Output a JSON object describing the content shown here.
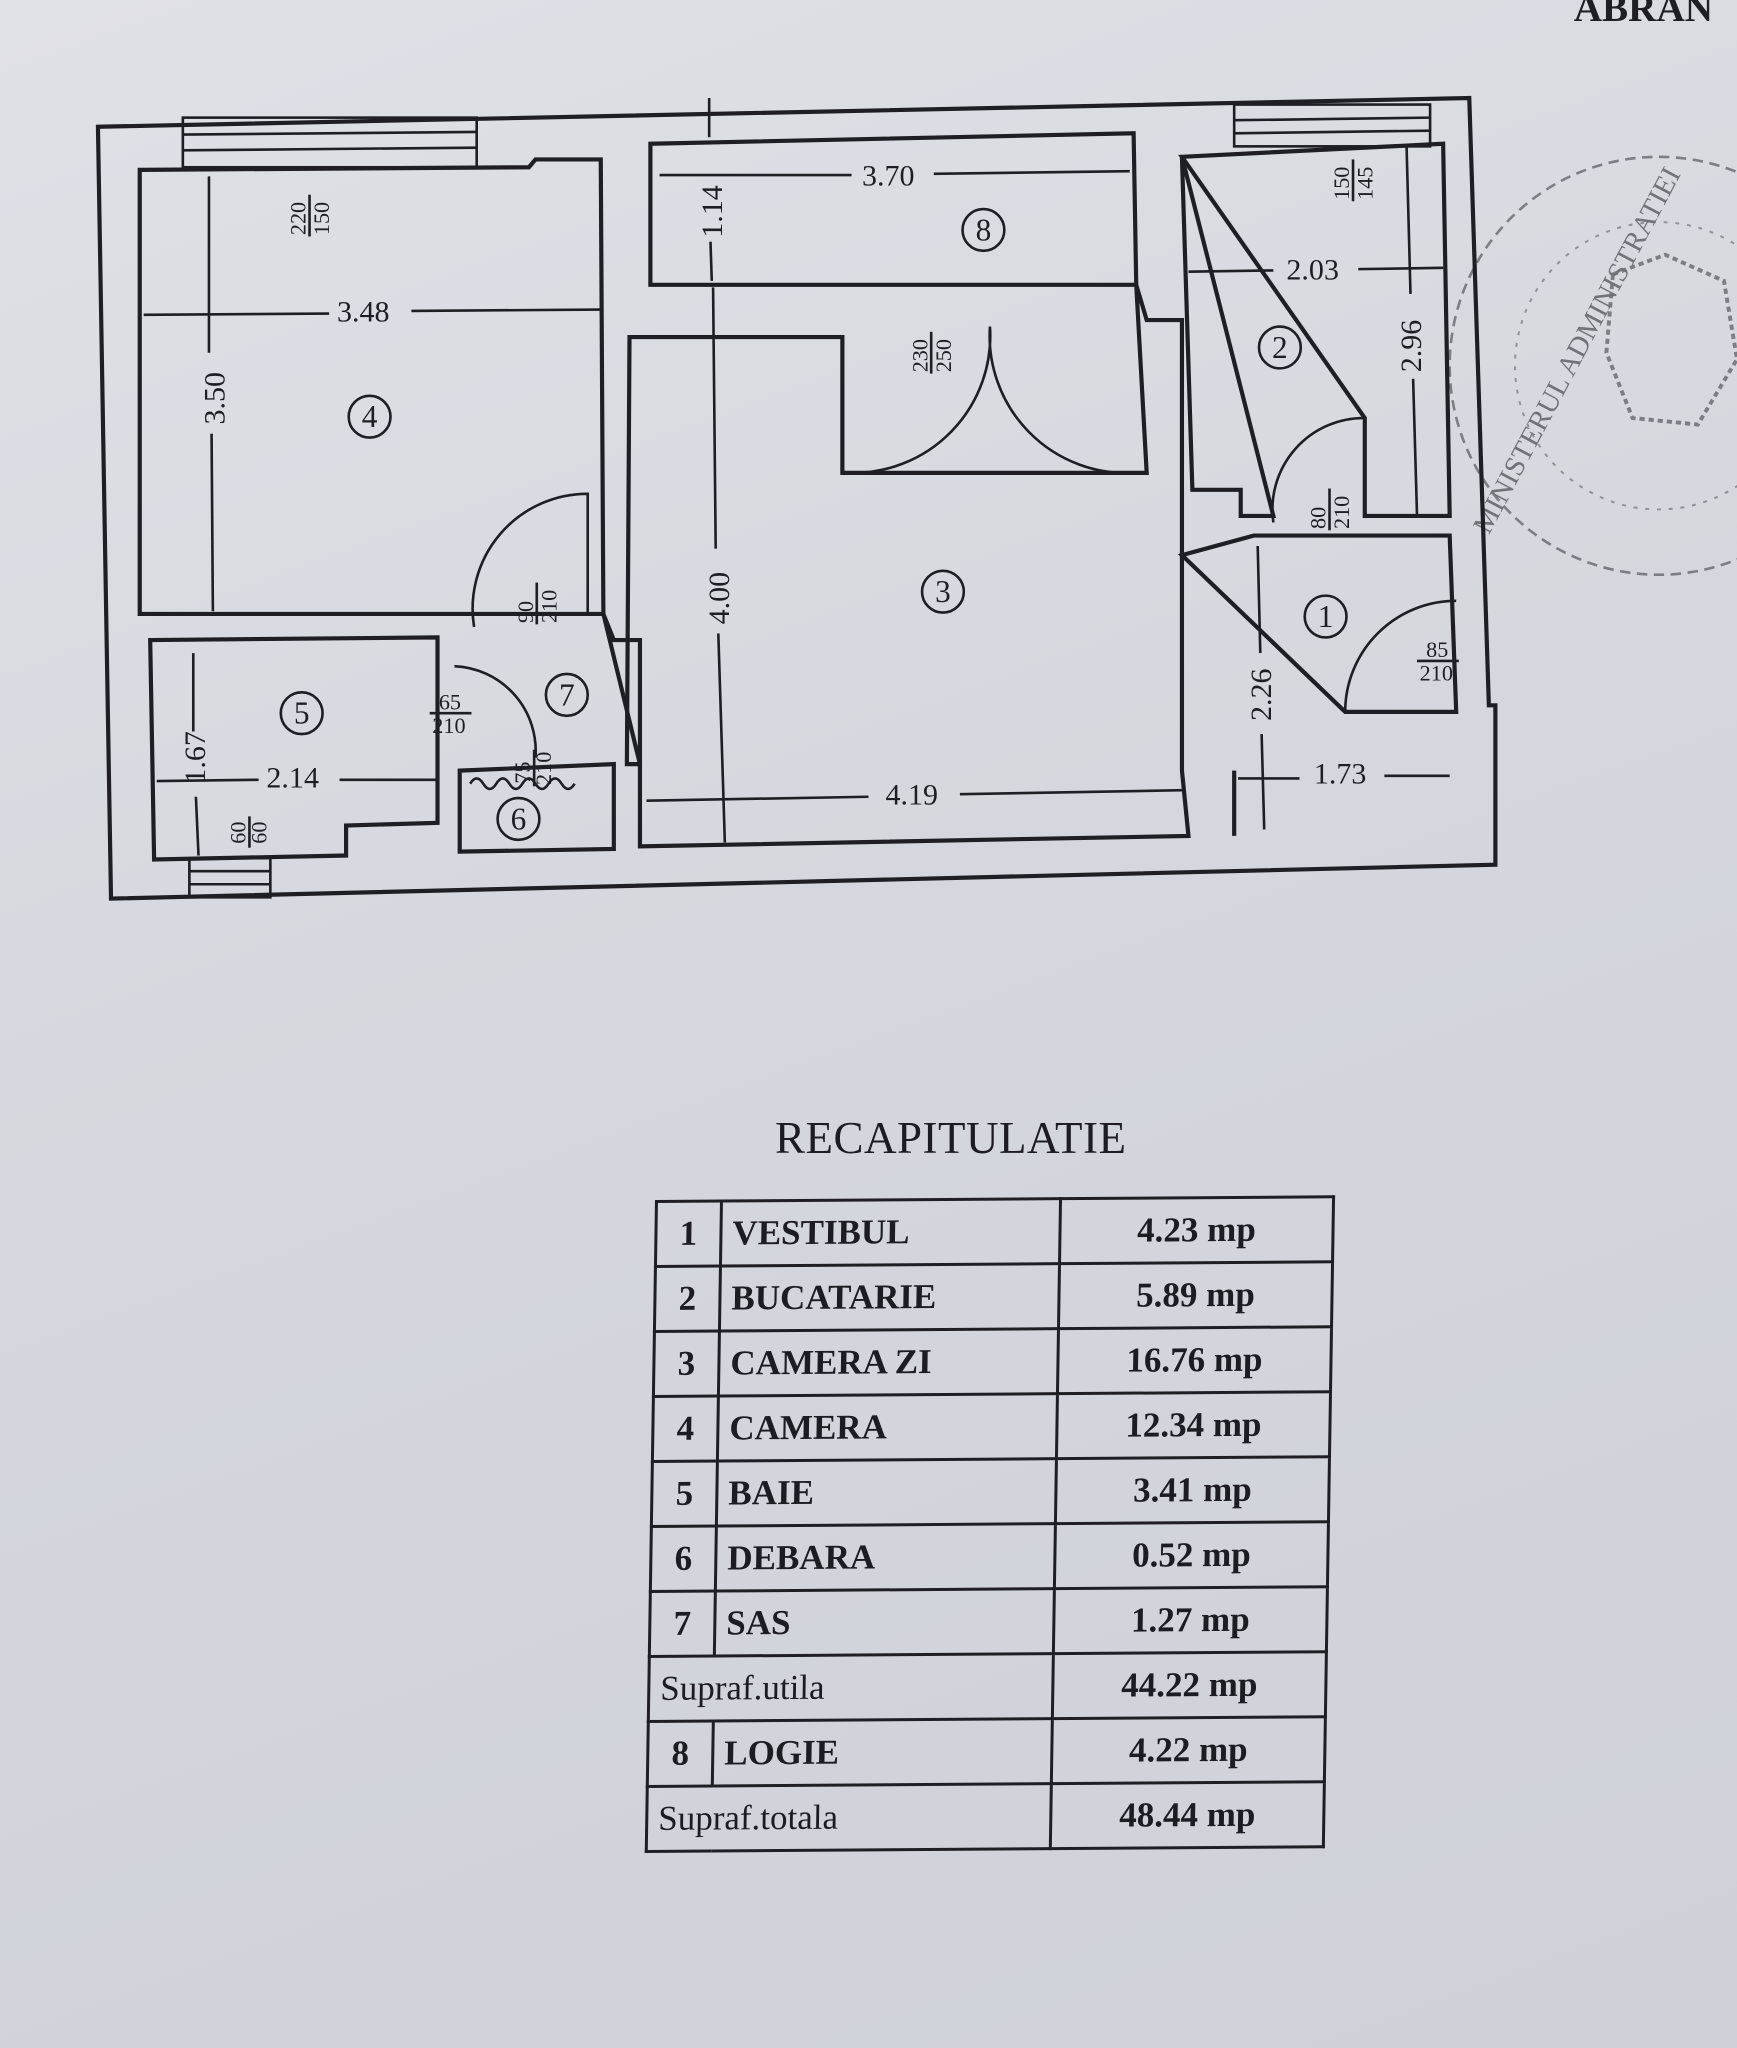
{
  "header_fragment": "ABRAN",
  "stamp": {
    "lettering": "MINISTERUL ADMINISTRATIEI ... GEODEZIE SI CARTOGRAFIE ... OFICIUL DE CADASTRU"
  },
  "plan": {
    "room_markers": [
      "1",
      "2",
      "3",
      "4",
      "5",
      "6",
      "7",
      "8"
    ],
    "dimensions": {
      "room4_width": "3.48",
      "room4_height": "3.50",
      "room8_width": "3.70",
      "room8_depth": "1.14",
      "room3_height": "4.00",
      "room3_width": "4.19",
      "room2_width": "2.03",
      "room2_height": "2.96",
      "room1_height": "2.26",
      "room1_width": "1.73",
      "room5_width": "2.14",
      "room5_height": "1.67"
    },
    "openings": {
      "window4": {
        "top": "220",
        "bottom": "150"
      },
      "door8": {
        "top": "230",
        "bottom": "250"
      },
      "window2": {
        "top": "150",
        "bottom": "145"
      },
      "door4": {
        "top": "90",
        "bottom": "210"
      },
      "door2": {
        "top": "80",
        "bottom": "210"
      },
      "door1": {
        "top": "85",
        "bottom": "210"
      },
      "door5": {
        "top": "65",
        "bottom": "210"
      },
      "door6": {
        "top": "75",
        "bottom": "210"
      },
      "window5": {
        "top": "60",
        "bottom": "60"
      }
    }
  },
  "recap": {
    "title": "RECAPITULATIE",
    "rows": [
      {
        "no": "1",
        "name": "VESTIBUL",
        "area": "4.23 mp"
      },
      {
        "no": "2",
        "name": "BUCATARIE",
        "area": "5.89 mp"
      },
      {
        "no": "3",
        "name": "CAMERA ZI",
        "area": "16.76 mp"
      },
      {
        "no": "4",
        "name": "CAMERA",
        "area": "12.34 mp"
      },
      {
        "no": "5",
        "name": "BAIE",
        "area": "3.41 mp"
      },
      {
        "no": "6",
        "name": "DEBARA",
        "area": "0.52 mp"
      },
      {
        "no": "7",
        "name": "SAS",
        "area": "1.27 mp"
      }
    ],
    "useful": {
      "label": "Supraf.utila",
      "area": "44.22 mp"
    },
    "logia": {
      "no": "8",
      "name": "LOGIE",
      "area": "4.22 mp"
    },
    "total": {
      "label": "Supraf.totala",
      "area": "48.44 mp"
    }
  }
}
